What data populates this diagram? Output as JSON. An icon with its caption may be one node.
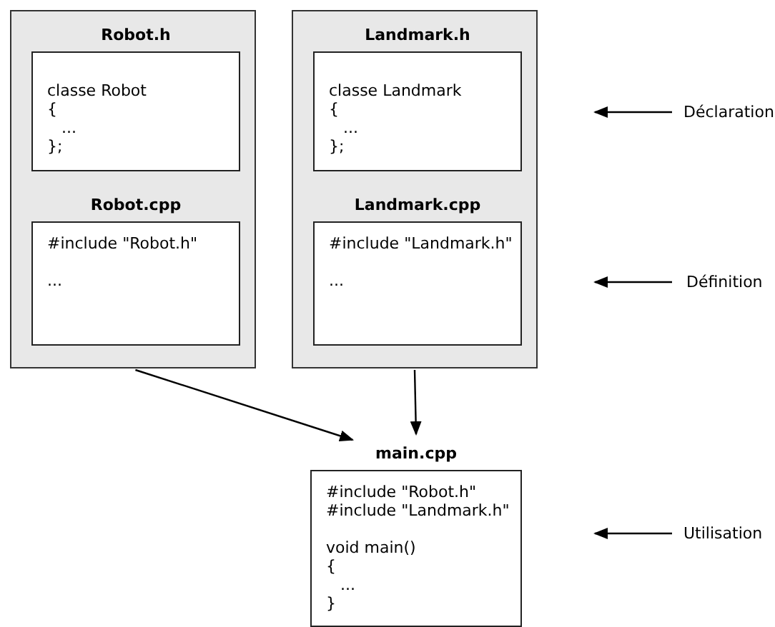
{
  "diagram": {
    "nodes": [
      {
        "text": [],
        "shape": "box"
      },
      {
        "text": [
          "Robot.h",
          "classe Robot { ... };"
        ],
        "in": 0
      },
      {
        "text": [
          "Robot.cpp",
          "#include \"Robot.h\" ..."
        ],
        "in": 0
      },
      {
        "text": [],
        "shape": "box"
      },
      {
        "text": [
          "Landmark.h",
          "classe Landmark { ... };"
        ],
        "in": 3
      },
      {
        "text": [
          "Landmark.cpp",
          "#include \"Landmark.h\" ..."
        ],
        "in": 3
      },
      {
        "text": [
          "main.cpp",
          "#include \"Robot.h\" #include \"Landmark.h\" void main() { ... }"
        ]
      },
      {
        "text": [
          "Déclaration"
        ]
      },
      {
        "text": [
          "Définition"
        ]
      },
      {
        "text": [
          "Utilisation"
        ]
      }
    ],
    "edges": [
      {
        "from": 0,
        "to": 6,
        "arrow": "to"
      },
      {
        "from": 3,
        "to": 6,
        "arrow": "to"
      },
      {
        "from": 7,
        "to": null,
        "arrow": "to"
      },
      {
        "from": 8,
        "to": null,
        "arrow": "to"
      },
      {
        "from": 9,
        "to": null,
        "arrow": "to"
      }
    ]
  }
}
